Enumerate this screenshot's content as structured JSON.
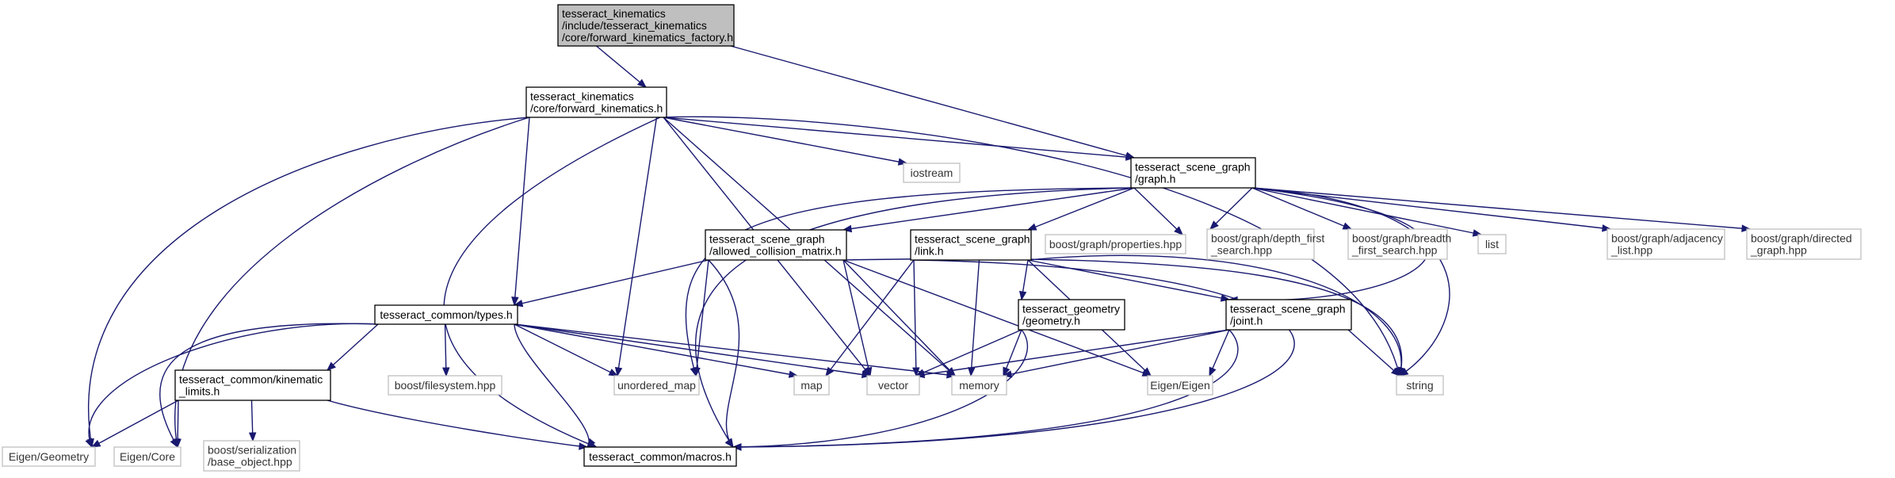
{
  "diagram": {
    "nodes": [
      {
        "id": "root",
        "lines": [
          "tesseract_kinematics",
          "/include/tesseract_kinematics",
          "/core/forward_kinematics_factory.h"
        ],
        "kind": "root"
      },
      {
        "id": "fk",
        "lines": [
          "tesseract_kinematics",
          "/core/forward_kinematics.h"
        ],
        "kind": "file"
      },
      {
        "id": "graph",
        "lines": [
          "tesseract_scene_graph",
          "/graph.h"
        ],
        "kind": "file"
      },
      {
        "id": "iostream",
        "lines": [
          "iostream"
        ],
        "kind": "ext"
      },
      {
        "id": "acm",
        "lines": [
          "tesseract_scene_graph",
          "/allowed_collision_matrix.h"
        ],
        "kind": "file"
      },
      {
        "id": "link",
        "lines": [
          "tesseract_scene_graph",
          "/link.h"
        ],
        "kind": "file"
      },
      {
        "id": "bgprop",
        "lines": [
          "boost/graph/properties.hpp"
        ],
        "kind": "ext"
      },
      {
        "id": "bgdfs",
        "lines": [
          "boost/graph/depth_first",
          "_search.hpp"
        ],
        "kind": "ext"
      },
      {
        "id": "bgbfs",
        "lines": [
          "boost/graph/breadth",
          "_first_search.hpp"
        ],
        "kind": "ext"
      },
      {
        "id": "list",
        "lines": [
          "list"
        ],
        "kind": "ext"
      },
      {
        "id": "bgadj",
        "lines": [
          "boost/graph/adjacency",
          "_list.hpp"
        ],
        "kind": "ext"
      },
      {
        "id": "bgdir",
        "lines": [
          "boost/graph/directed",
          "_graph.hpp"
        ],
        "kind": "ext"
      },
      {
        "id": "types",
        "lines": [
          "tesseract_common/types.h"
        ],
        "kind": "file"
      },
      {
        "id": "geometry",
        "lines": [
          "tesseract_geometry",
          "/geometry.h"
        ],
        "kind": "file"
      },
      {
        "id": "joint",
        "lines": [
          "tesseract_scene_graph",
          "/joint.h"
        ],
        "kind": "file"
      },
      {
        "id": "kinlim",
        "lines": [
          "tesseract_common/kinematic",
          "_limits.h"
        ],
        "kind": "file"
      },
      {
        "id": "bfs",
        "lines": [
          "boost/filesystem.hpp"
        ],
        "kind": "ext"
      },
      {
        "id": "umap",
        "lines": [
          "unordered_map"
        ],
        "kind": "ext"
      },
      {
        "id": "map",
        "lines": [
          "map"
        ],
        "kind": "ext"
      },
      {
        "id": "vector",
        "lines": [
          "vector"
        ],
        "kind": "ext"
      },
      {
        "id": "memory",
        "lines": [
          "memory"
        ],
        "kind": "ext"
      },
      {
        "id": "eigen",
        "lines": [
          "Eigen/Eigen"
        ],
        "kind": "ext"
      },
      {
        "id": "string",
        "lines": [
          "string"
        ],
        "kind": "ext"
      },
      {
        "id": "egeom",
        "lines": [
          "Eigen/Geometry"
        ],
        "kind": "ext"
      },
      {
        "id": "ecore",
        "lines": [
          "Eigen/Core"
        ],
        "kind": "ext"
      },
      {
        "id": "bser",
        "lines": [
          "boost/serialization",
          "/base_object.hpp"
        ],
        "kind": "ext"
      },
      {
        "id": "macros",
        "lines": [
          "tesseract_common/macros.h"
        ],
        "kind": "file"
      }
    ],
    "edges": [
      [
        "root",
        "fk"
      ],
      [
        "root",
        "graph"
      ],
      [
        "fk",
        "graph"
      ],
      [
        "fk",
        "iostream"
      ],
      [
        "fk",
        "types"
      ],
      [
        "fk",
        "umap"
      ],
      [
        "fk",
        "vector"
      ],
      [
        "fk",
        "memory"
      ],
      [
        "fk",
        "string"
      ],
      [
        "fk",
        "egeom"
      ],
      [
        "fk",
        "ecore"
      ],
      [
        "fk",
        "macros"
      ],
      [
        "graph",
        "acm"
      ],
      [
        "graph",
        "link"
      ],
      [
        "graph",
        "bgprop"
      ],
      [
        "graph",
        "bgdfs"
      ],
      [
        "graph",
        "bgbfs"
      ],
      [
        "graph",
        "list"
      ],
      [
        "graph",
        "bgadj"
      ],
      [
        "graph",
        "bgdir"
      ],
      [
        "graph",
        "joint"
      ],
      [
        "graph",
        "string"
      ],
      [
        "graph",
        "umap"
      ],
      [
        "graph",
        "macros"
      ],
      [
        "acm",
        "types"
      ],
      [
        "acm",
        "umap"
      ],
      [
        "acm",
        "vector"
      ],
      [
        "acm",
        "memory"
      ],
      [
        "acm",
        "string"
      ],
      [
        "acm",
        "eigen"
      ],
      [
        "acm",
        "macros"
      ],
      [
        "link",
        "geometry"
      ],
      [
        "link",
        "joint"
      ],
      [
        "link",
        "map"
      ],
      [
        "link",
        "vector"
      ],
      [
        "link",
        "memory"
      ],
      [
        "link",
        "string"
      ],
      [
        "link",
        "eigen"
      ],
      [
        "link",
        "macros"
      ],
      [
        "types",
        "kinlim"
      ],
      [
        "types",
        "bfs"
      ],
      [
        "types",
        "umap"
      ],
      [
        "types",
        "map"
      ],
      [
        "types",
        "vector"
      ],
      [
        "types",
        "memory"
      ],
      [
        "types",
        "egeom"
      ],
      [
        "types",
        "ecore"
      ],
      [
        "types",
        "macros"
      ],
      [
        "geometry",
        "vector"
      ],
      [
        "geometry",
        "memory"
      ],
      [
        "geometry",
        "macros"
      ],
      [
        "joint",
        "vector"
      ],
      [
        "joint",
        "memory"
      ],
      [
        "joint",
        "eigen"
      ],
      [
        "joint",
        "string"
      ],
      [
        "joint",
        "macros"
      ],
      [
        "kinlim",
        "egeom"
      ],
      [
        "kinlim",
        "ecore"
      ],
      [
        "kinlim",
        "bser"
      ],
      [
        "kinlim",
        "macros"
      ]
    ]
  }
}
